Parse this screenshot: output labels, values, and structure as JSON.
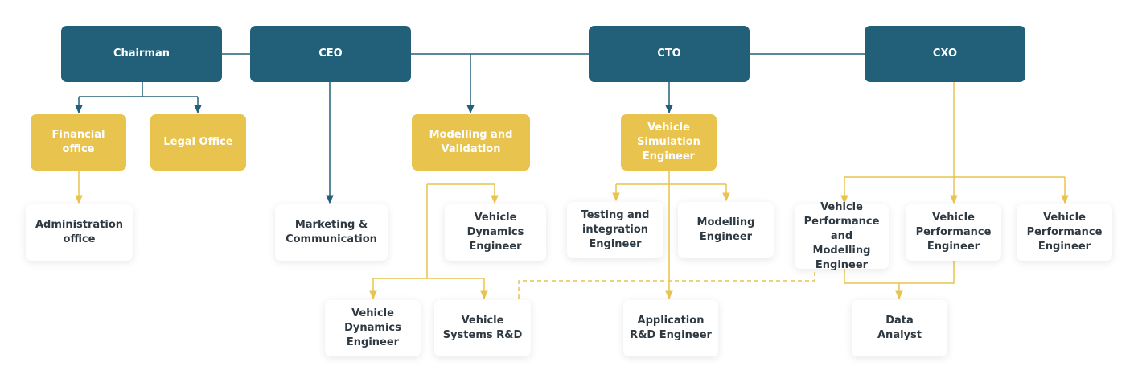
{
  "colors": {
    "executive": "#22607a",
    "department": "#e8c44e",
    "role_text": "#2e3942",
    "connector_blue": "#22607a",
    "connector_gold": "#e8c44e"
  },
  "executives": {
    "chairman": "Chairman",
    "ceo": "CEO",
    "cto": "CTO",
    "cxo": "CXO"
  },
  "departments": {
    "financial": [
      "Financial",
      "office"
    ],
    "legal": "Legal Office",
    "modelling_validation": [
      "Modelling and",
      "Validation"
    ],
    "vehicle_simulation": [
      "Vehicle",
      "Simulation",
      "Engineer"
    ]
  },
  "roles": {
    "administration": [
      "Administration",
      "office"
    ],
    "marketing": [
      "Marketing &",
      "Communication"
    ],
    "vehicle_dynamics_1": [
      "Vehicle",
      "Dynamics",
      "Engineer"
    ],
    "testing_integration": [
      "Testing and",
      "integration",
      "Engineer"
    ],
    "modelling_engineer": [
      "Modelling",
      "Engineer"
    ],
    "perf_modelling": [
      "Vehicle",
      "Performance and",
      "Modelling",
      "Engineer"
    ],
    "perf_engineer_1": [
      "Vehicle",
      "Performance",
      "Engineer"
    ],
    "perf_engineer_2": [
      "Vehicle",
      "Performance",
      "Engineer"
    ],
    "vehicle_dynamics_2": [
      "Vehicle",
      "Dynamics",
      "Engineer"
    ],
    "vehicle_systems": [
      "Vehicle",
      "Systems R&D"
    ],
    "application_rd": [
      "Application",
      "R&D Engineer"
    ],
    "data_analyst": [
      "Data",
      "Analyst"
    ]
  }
}
